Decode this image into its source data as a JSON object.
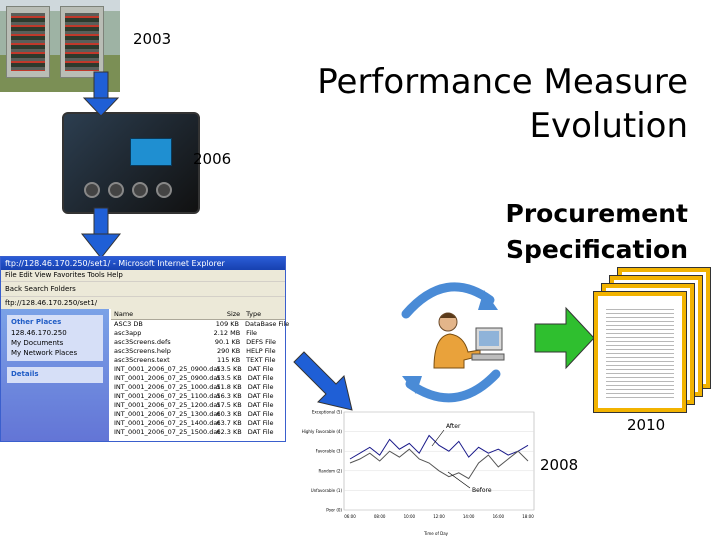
{
  "slide": {
    "title_line1": "Performance Measure",
    "title_line2": "Evolution",
    "subtitle_line1": "Procurement",
    "subtitle_line2": "Specification"
  },
  "years": {
    "y2003": "2003",
    "y2006": "2006",
    "y2008": "2008",
    "y2010": "2010"
  },
  "explorer": {
    "title": "ftp://128.46.170.250/set1/ - Microsoft Internet Explorer",
    "menu": "File  Edit  View  Favorites  Tools  Help",
    "toolbar": "Back  Search  Folders",
    "address": "ftp://128.46.170.250/set1/",
    "other_places_header": "Other Places",
    "other_places": [
      "128.46.170.250",
      "My Documents",
      "My Network Places"
    ],
    "details_header": "Details",
    "columns": [
      "Name",
      "Size",
      "Type"
    ],
    "files": [
      {
        "name": "ASC3 DB",
        "size": "109 KB",
        "type": "DataBase File"
      },
      {
        "name": "asc3app",
        "size": "2.12 MB",
        "type": "File"
      },
      {
        "name": "asc3Screens.defs",
        "size": "90.1 KB",
        "type": "DEFS File"
      },
      {
        "name": "asc3Screens.help",
        "size": "290 KB",
        "type": "HELP File"
      },
      {
        "name": "asc3Screens.text",
        "size": "115 KB",
        "type": "TEXT File"
      },
      {
        "name": "INT_0001_2006_07_25_0900.dat",
        "size": "53.5 KB",
        "type": "DAT File"
      },
      {
        "name": "INT_0001_2006_07_25_0900.dat",
        "size": "53.5 KB",
        "type": "DAT File"
      },
      {
        "name": "INT_0001_2006_07_25_1000.dat",
        "size": "51.8 KB",
        "type": "DAT File"
      },
      {
        "name": "INT_0001_2006_07_25_1100.dat",
        "size": "56.3 KB",
        "type": "DAT File"
      },
      {
        "name": "INT_0001_2006_07_25_1200.dat",
        "size": "57.5 KB",
        "type": "DAT File"
      },
      {
        "name": "INT_0001_2006_07_25_1300.dat",
        "size": "60.3 KB",
        "type": "DAT File"
      },
      {
        "name": "INT_0001_2006_07_25_1400.dat",
        "size": "63.7 KB",
        "type": "DAT File"
      },
      {
        "name": "INT_0001_2006_07_25_1500.dat",
        "size": "62.3 KB",
        "type": "DAT File"
      }
    ]
  },
  "chart": {
    "y_labels": [
      "Exceptional (5)",
      "Highly Favorable (4)",
      "Favorable (3)",
      "Random (2)",
      "Unfavorable (1)",
      "Poor (0)"
    ],
    "annotation_after": "After",
    "annotation_before": "Before",
    "x_labels": [
      "06:00",
      "08:00",
      "10:00",
      "12:00",
      "14:00",
      "16:00",
      "18:00"
    ],
    "x_title": "Time of Day",
    "after_values": [
      2.6,
      2.9,
      3.2,
      2.8,
      3.6,
      3.1,
      3.4,
      2.9,
      3.8,
      3.3,
      3.0,
      3.5,
      2.7,
      3.2,
      2.9,
      3.1,
      2.8,
      3.0,
      3.3
    ],
    "before_values": [
      2.4,
      2.6,
      2.9,
      2.5,
      3.0,
      2.7,
      3.1,
      2.6,
      2.4,
      2.0,
      1.7,
      1.9,
      1.6,
      2.4,
      2.8,
      2.2,
      2.6,
      3.0,
      2.5
    ],
    "ylim": [
      0,
      5
    ],
    "colors": {
      "after": "#1a1a8a",
      "before": "#555555"
    }
  },
  "colors": {
    "arrow_blue": "#1f5fd6",
    "arrow_green": "#2fbf2f",
    "doc_border": "#f2b300",
    "cycle_arrow": "#4a8bd6"
  }
}
